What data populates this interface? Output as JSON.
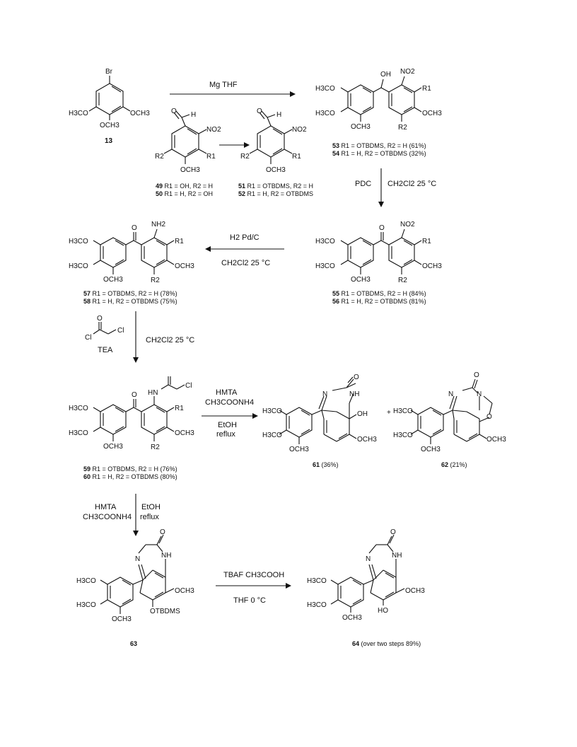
{
  "compounds": {
    "c13": {
      "number": "13",
      "caption": "",
      "substituents": [
        "Br",
        "H3CO",
        "OCH3",
        "OCH3"
      ]
    },
    "c49_50": {
      "lines": [
        {
          "num": "49",
          "text": "R1 = OH, R2 = H"
        },
        {
          "num": "50",
          "text": "R1 = H, R2 = OH"
        }
      ],
      "substituents": [
        "O",
        "H",
        "NO2",
        "R2",
        "R1",
        "OCH3"
      ]
    },
    "c51_52": {
      "lines": [
        {
          "num": "51",
          "text": "R1 = OTBDMS, R2 = H"
        },
        {
          "num": "52",
          "text": "R1 = H, R2 = OTBDMS"
        }
      ],
      "substituents": [
        "O",
        "H",
        "NO2",
        "R2",
        "R1",
        "OCH3"
      ]
    },
    "c53_54": {
      "lines": [
        {
          "num": "53",
          "text": "R1 = OTBDMS, R2 = H (61%)"
        },
        {
          "num": "54",
          "text": "R1 = H, R2 = OTBDMS (32%)"
        }
      ],
      "substituents": [
        "OH",
        "NO2",
        "H3CO",
        "R1",
        "H3CO",
        "OCH3",
        "OCH3",
        "R2"
      ]
    },
    "c55_56": {
      "lines": [
        {
          "num": "55",
          "text": "R1 = OTBDMS, R2 = H (84%)"
        },
        {
          "num": "56",
          "text": "R1 = H, R2 = OTBDMS (81%)"
        }
      ],
      "substituents": [
        "O",
        "NO2",
        "H3CO",
        "R1",
        "H3CO",
        "OCH3",
        "OCH3",
        "R2"
      ]
    },
    "c57_58": {
      "lines": [
        {
          "num": "57",
          "text": "R1 = OTBDMS, R2 = H (78%)"
        },
        {
          "num": "58",
          "text": "R1 = H, R2 = OTBDMS (75%)"
        }
      ],
      "substituents": [
        "O",
        "NH2",
        "H3CO",
        "R1",
        "H3CO",
        "OCH3",
        "OCH3",
        "R2"
      ]
    },
    "c59_60": {
      "lines": [
        {
          "num": "59",
          "text": "R1 = OTBDMS, R2 = H (76%)"
        },
        {
          "num": "60",
          "text": "R1 = H, R2 = OTBDMS (80%)"
        }
      ],
      "substituents": [
        "O",
        "HN",
        "Cl",
        "H3CO",
        "R1",
        "H3CO",
        "OCH3",
        "OCH3",
        "R2"
      ]
    },
    "c61": {
      "number": "61",
      "yield": "(36%)",
      "substituents": [
        "O",
        "N",
        "NH",
        "H3CO",
        "OH",
        "H3CO",
        "OCH3",
        "OCH3"
      ]
    },
    "c62": {
      "number": "62",
      "yield": "(21%)",
      "substituents": [
        "O",
        "N",
        "N",
        "O",
        "H3CO",
        "H3CO",
        "OCH3",
        "OCH3"
      ]
    },
    "c63": {
      "number": "63",
      "substituents": [
        "O",
        "N",
        "NH",
        "H3CO",
        "H3CO",
        "OCH3",
        "OCH3",
        "OTBDMS"
      ]
    },
    "c64": {
      "number": "64",
      "yield": "(over two steps 89%)",
      "substituents": [
        "O",
        "N",
        "NH",
        "H3CO",
        "H3CO",
        "OCH3",
        "OCH3",
        "HO"
      ]
    }
  },
  "reagents": {
    "step1": {
      "above": "Mg  THF",
      "below": ""
    },
    "step2": {
      "left": "PDC",
      "right": "CH2Cl2  25 °C"
    },
    "step3": {
      "above": "H2 Pd/C",
      "below": "CH2Cl2  25 °C"
    },
    "step4": {
      "left_reagent": "Cl",
      "left_reagent2": "Cl",
      "left_reagent_o": "O",
      "left_base": "TEA",
      "right": "CH2Cl2  25 °C"
    },
    "step5": {
      "above1": "HMTA",
      "above2": "CH3COONH4",
      "below1": "EtOH",
      "below2": "reflux"
    },
    "step6": {
      "left1": "HMTA",
      "left2": "CH3COONH4",
      "right1": "EtOH",
      "right2": "reflux"
    },
    "step7": {
      "above": "TBAF  CH3COOH",
      "below": "THF 0 °C"
    }
  },
  "plus": "+"
}
